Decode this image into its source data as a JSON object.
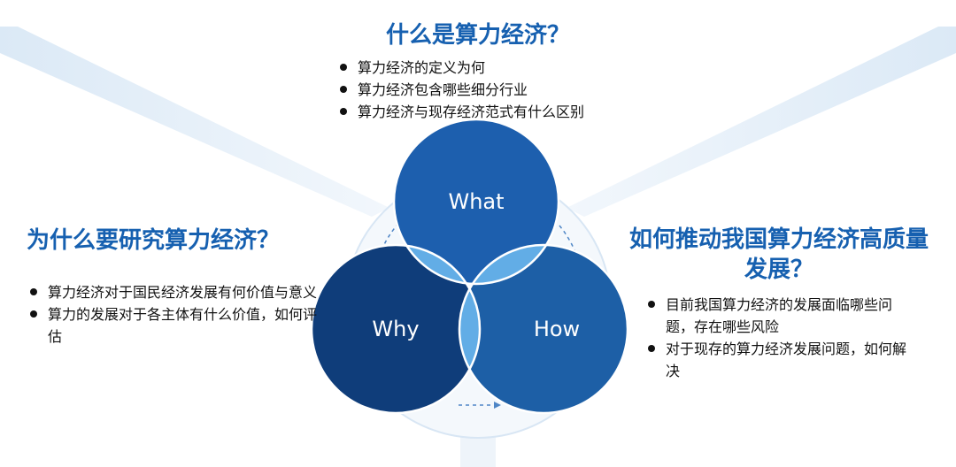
{
  "colors": {
    "title": "#1660b0",
    "what_circle": "#1d5fae",
    "why_circle": "#0f3d7a",
    "how_circle": "#1d5fa6",
    "overlap": "#62ade6",
    "background_band": "#e7f1fa"
  },
  "venn": {
    "what_label": "What",
    "why_label": "Why",
    "how_label": "How"
  },
  "what_panel": {
    "title": "什么是算力经济？",
    "items": [
      "算力经济的定义为何",
      "算力经济包含哪些细分行业",
      "算力经济与现存经济范式有什么区别"
    ]
  },
  "why_panel": {
    "title": "为什么要研究算力经济？",
    "items": [
      "算力经济对于国民经济发展有何价值与意义",
      "算力的发展对于各主体有什么价值，如何评估"
    ]
  },
  "how_panel": {
    "title": "如何推动我国算力经济高质量发展？",
    "items": [
      "目前我国算力经济的发展面临哪些问题，存在哪些风险",
      "对于现存的算力经济发展问题，如何解决"
    ]
  }
}
